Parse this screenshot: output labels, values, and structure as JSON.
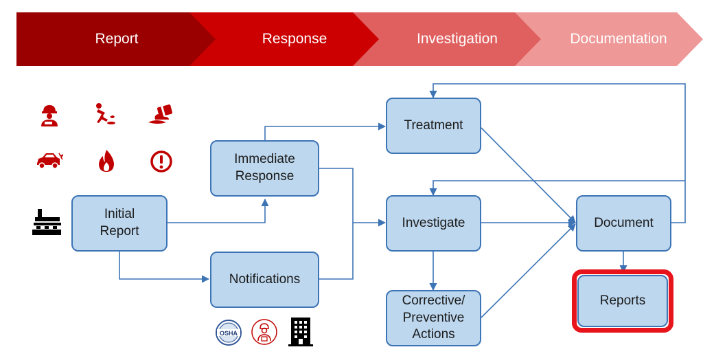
{
  "stages": [
    {
      "label": "Report",
      "color": "#9b0000"
    },
    {
      "label": "Response",
      "color": "#cc0000"
    },
    {
      "label": "Investigation",
      "color": "#e06060"
    },
    {
      "label": "Documentation",
      "color": "#ee9898"
    }
  ],
  "nodes": {
    "initial_report": "Initial\nReport",
    "immediate_response": "Immediate\nResponse",
    "notifications": "Notifications",
    "treatment": "Treatment",
    "investigate": "Investigate",
    "corrective": "Corrective/\nPreventive\nActions",
    "document": "Document",
    "reports": "Reports"
  },
  "incident_icons": [
    "injured-worker-icon",
    "slip-fall-icon",
    "chemical-spill-icon",
    "car-crash-icon",
    "fire-icon",
    "alert-icon"
  ],
  "facility_icon": "factory-icon",
  "agency_icons": [
    "osha-logo",
    "emergency-responder-icon",
    "office-building-icon"
  ],
  "agency_text": {
    "osha": "OSHA"
  },
  "colors": {
    "node_fill": "#bdd7ee",
    "node_border": "#3d74b5",
    "connector": "#3d74b5",
    "icon_red": "#c00000",
    "highlight": "#e8141b"
  }
}
